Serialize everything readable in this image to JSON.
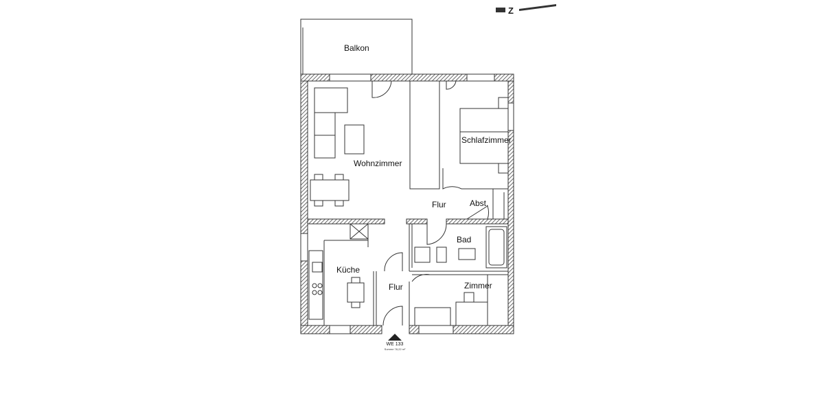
{
  "plan": {
    "rooms": {
      "balkon": "Balkon",
      "wohnzimmer": "Wohnzimmer",
      "schlafzimmer": "Schlafzimmer",
      "flur_oben": "Flur",
      "abst": "Abst.",
      "bad": "Bad",
      "kueche": "Küche",
      "flur_unten": "Flur",
      "zimmer": "Zimmer"
    },
    "unit_label": "WE 133",
    "area_label": "Summe 78,22 m²",
    "north_label": "Z"
  }
}
